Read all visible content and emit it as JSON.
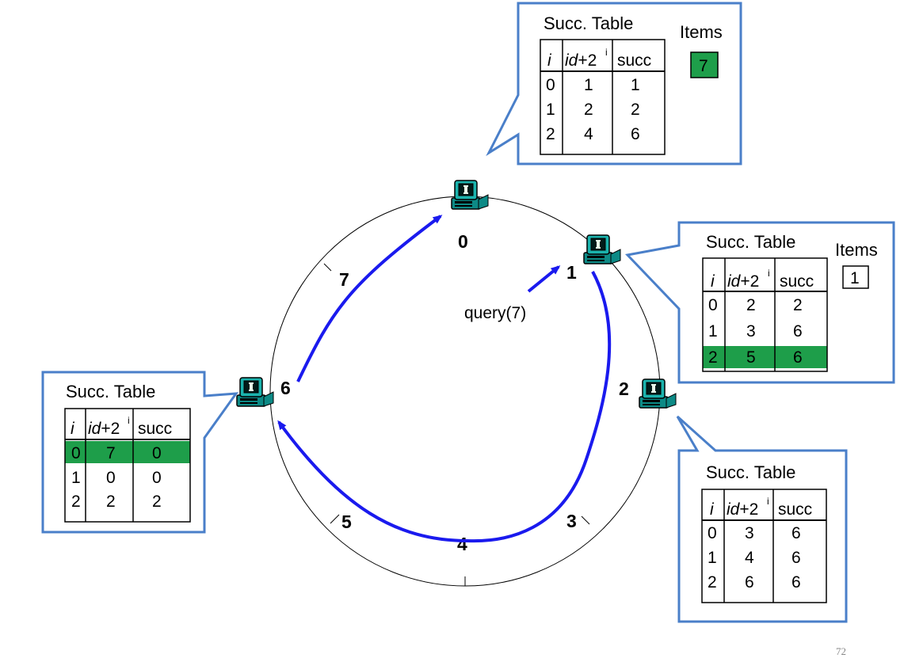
{
  "nodes": [
    {
      "id": "0",
      "label": "0"
    },
    {
      "id": "1",
      "label": "1"
    },
    {
      "id": "2",
      "label": "2"
    },
    {
      "id": "6",
      "label": "6"
    }
  ],
  "ring_labels": {
    "p3": "3",
    "p4": "4",
    "p5": "5",
    "p7": "7"
  },
  "query_label": "query(7)",
  "items_label": "Items",
  "table_title": "Succ. Table",
  "table_headers": {
    "i": "i",
    "id": "id",
    "plus": "+2",
    "exp": "i",
    "succ": "succ"
  },
  "tables": {
    "node0": {
      "rows": [
        [
          "0",
          "1",
          "1"
        ],
        [
          "1",
          "2",
          "2"
        ],
        [
          "2",
          "4",
          "6"
        ]
      ],
      "highlight_row": null,
      "items": "7",
      "items_highlight": true
    },
    "node1": {
      "rows": [
        [
          "0",
          "2",
          "2"
        ],
        [
          "1",
          "3",
          "6"
        ],
        [
          "2",
          "5",
          "6"
        ]
      ],
      "highlight_row": 2,
      "items": "1",
      "items_highlight": false
    },
    "node2": {
      "rows": [
        [
          "0",
          "3",
          "6"
        ],
        [
          "1",
          "4",
          "6"
        ],
        [
          "2",
          "6",
          "6"
        ]
      ],
      "highlight_row": null
    },
    "node6": {
      "rows": [
        [
          "0",
          "7",
          "0"
        ],
        [
          "1",
          "0",
          "0"
        ],
        [
          "2",
          "2",
          "2"
        ]
      ],
      "highlight_row": 0
    }
  },
  "page_number": "72",
  "colors": {
    "callout_border": "#4a7fc9",
    "highlight_fill": "#1e9e4a",
    "arrow": "#1a1aee"
  }
}
